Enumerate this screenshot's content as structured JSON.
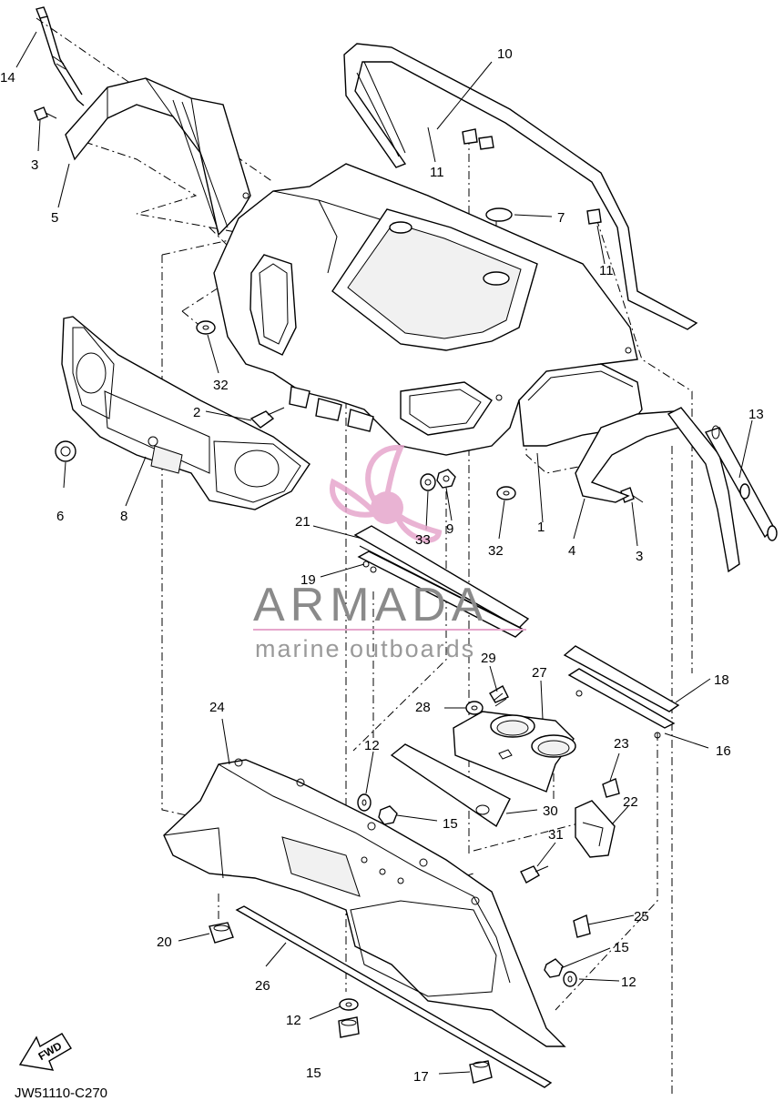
{
  "diagram": {
    "code": "JW51110-C270",
    "fwd_arrow_text": "FWD",
    "part_numbers": [
      "1",
      "2",
      "3",
      "4",
      "5",
      "6",
      "7",
      "8",
      "9",
      "10",
      "11",
      "12",
      "13",
      "14",
      "15",
      "16",
      "17",
      "18",
      "19",
      "20",
      "21",
      "22",
      "23",
      "24",
      "25",
      "26",
      "27",
      "28",
      "29",
      "30",
      "31",
      "32",
      "33"
    ]
  },
  "labels": {
    "p14": "14",
    "p3a": "3",
    "p5": "5",
    "p10": "10",
    "p11a": "11",
    "p7": "7",
    "p11b": "11",
    "p32a": "32",
    "p2": "2",
    "p6": "6",
    "p8": "8",
    "p33": "33",
    "p9": "9",
    "p32b": "32",
    "p1": "1",
    "p4": "4",
    "p3b": "3",
    "p13": "13",
    "p21": "21",
    "p19": "19",
    "p29": "29",
    "p27": "27",
    "p18": "18",
    "p28": "28",
    "p16": "16",
    "p24": "24",
    "p12a": "12",
    "p23": "23",
    "p15a": "15",
    "p30": "30",
    "p22": "22",
    "p31": "31",
    "p20": "20",
    "p25": "25",
    "p26": "26",
    "p15b": "15",
    "p12b": "12",
    "p12c": "12",
    "p15c": "15",
    "p17": "17"
  },
  "watermark": {
    "brand": "ARMADA",
    "tagline": "marine outboards",
    "accent_color": "#e6a6cc",
    "text_color": "#8a8a8a"
  }
}
